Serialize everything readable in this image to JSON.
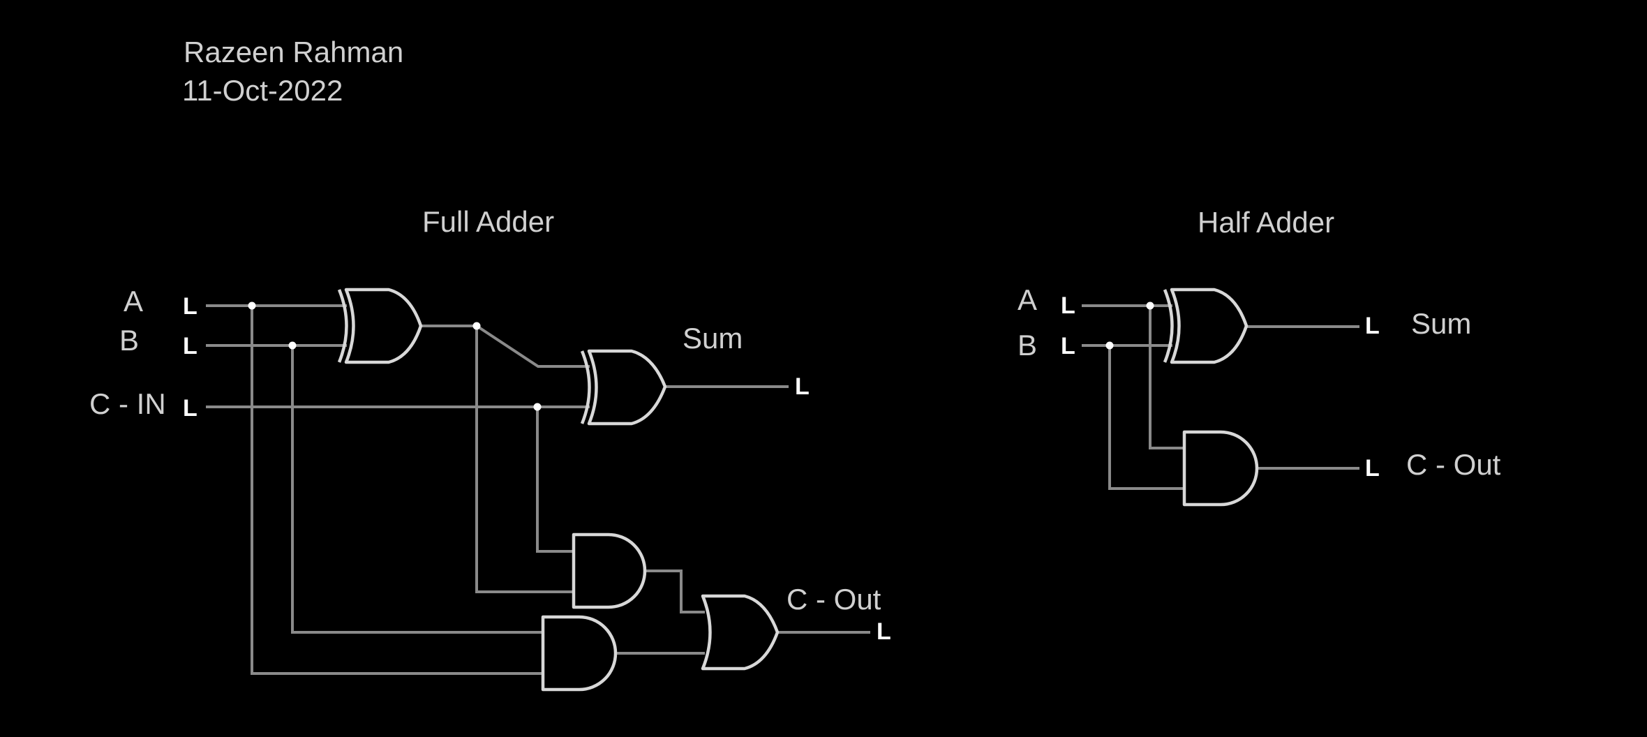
{
  "author": {
    "name": "Razeen Rahman",
    "date": "11-Oct-2022"
  },
  "full_adder": {
    "title": "Full Adder",
    "input_a_label": "A",
    "input_b_label": "B",
    "input_cin_label": "C - IN",
    "sum_label": "Sum",
    "cout_label": "C - Out",
    "state_in_a": "L",
    "state_in_b": "L",
    "state_in_cin": "L",
    "state_out_sum": "L",
    "state_out_cout": "L"
  },
  "half_adder": {
    "title": "Half Adder",
    "input_a_label": "A",
    "input_b_label": "B",
    "sum_label": "Sum",
    "cout_label": "C - Out",
    "state_in_a": "L",
    "state_in_b": "L",
    "state_out_sum": "L",
    "state_out_cout": "L"
  },
  "colors": {
    "background": "#000000",
    "wire": "#8a8a8a",
    "gate": "#d8d8d8",
    "text": "#d0d0d0",
    "state": "#ffffff"
  }
}
